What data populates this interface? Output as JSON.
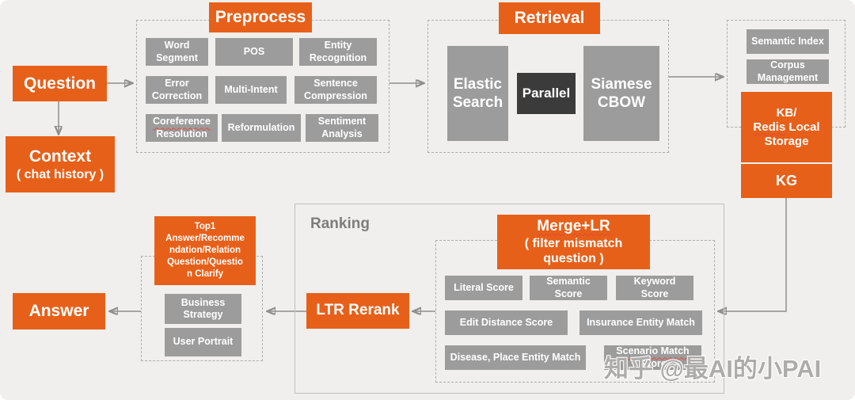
{
  "colors": {
    "accent_orange": "#e7601a",
    "box_gray": "#9c9c9c",
    "box_dark": "#3b3b3b",
    "background": "#f1efed"
  },
  "flow": {
    "question": "Question",
    "context": {
      "title": "Context",
      "subtitle": "( chat history )"
    },
    "answer": "Answer",
    "preprocess": {
      "title": "Preprocess",
      "word_segment": "Word Segment",
      "pos": "POS",
      "entity_recognition": "Entity Recognition",
      "error_correction": "Error Correction",
      "multi_intent": "Multi-Intent",
      "sentence_compression": "Sentence Compression",
      "coreference": "Coreference",
      "resolution": "Resolution",
      "reformulation": "Reformulation",
      "sentiment_analysis": "Sentiment Analysis"
    },
    "retrieval": {
      "title": "Retrieval",
      "elastic_search": "Elastic Search",
      "parallel": "Parallel",
      "siamese_cbow": "Siamese CBOW"
    },
    "storage": {
      "semantic_index": "Semantic Index",
      "corpus_management": "Corpus Management",
      "kb_line1": "KB/",
      "kb_redis": "Redis",
      "kb_rest": " Local Storage",
      "kg": "KG"
    },
    "ranking": {
      "title": "Ranking",
      "merge_title": "Merge+LR",
      "merge_sub1": "( filter mismatch",
      "merge_sub2": "question )",
      "ltr_rerank": "LTR Rerank",
      "literal_score": "Literal Score",
      "semantic_score": "Semantic Score",
      "keyword_score": "Keyword Score",
      "edit_distance_score": "Edit Distance Score",
      "insurance_entity_match": "Insurance Entity Match",
      "disease_place_entity_match": "Disease, Place Entity Match",
      "scenario_line1": "Scenario Match",
      "scenario_line2": "Score"
    },
    "output": {
      "top1_lines": [
        "Top1",
        "Answer/Recomme",
        "ndation/Relation",
        "Question/Questio",
        "n Clarify"
      ],
      "business_strategy": "Business Strategy",
      "user_portrait": "User Portrait"
    }
  },
  "watermark": "知乎 @最AI的小PAI"
}
